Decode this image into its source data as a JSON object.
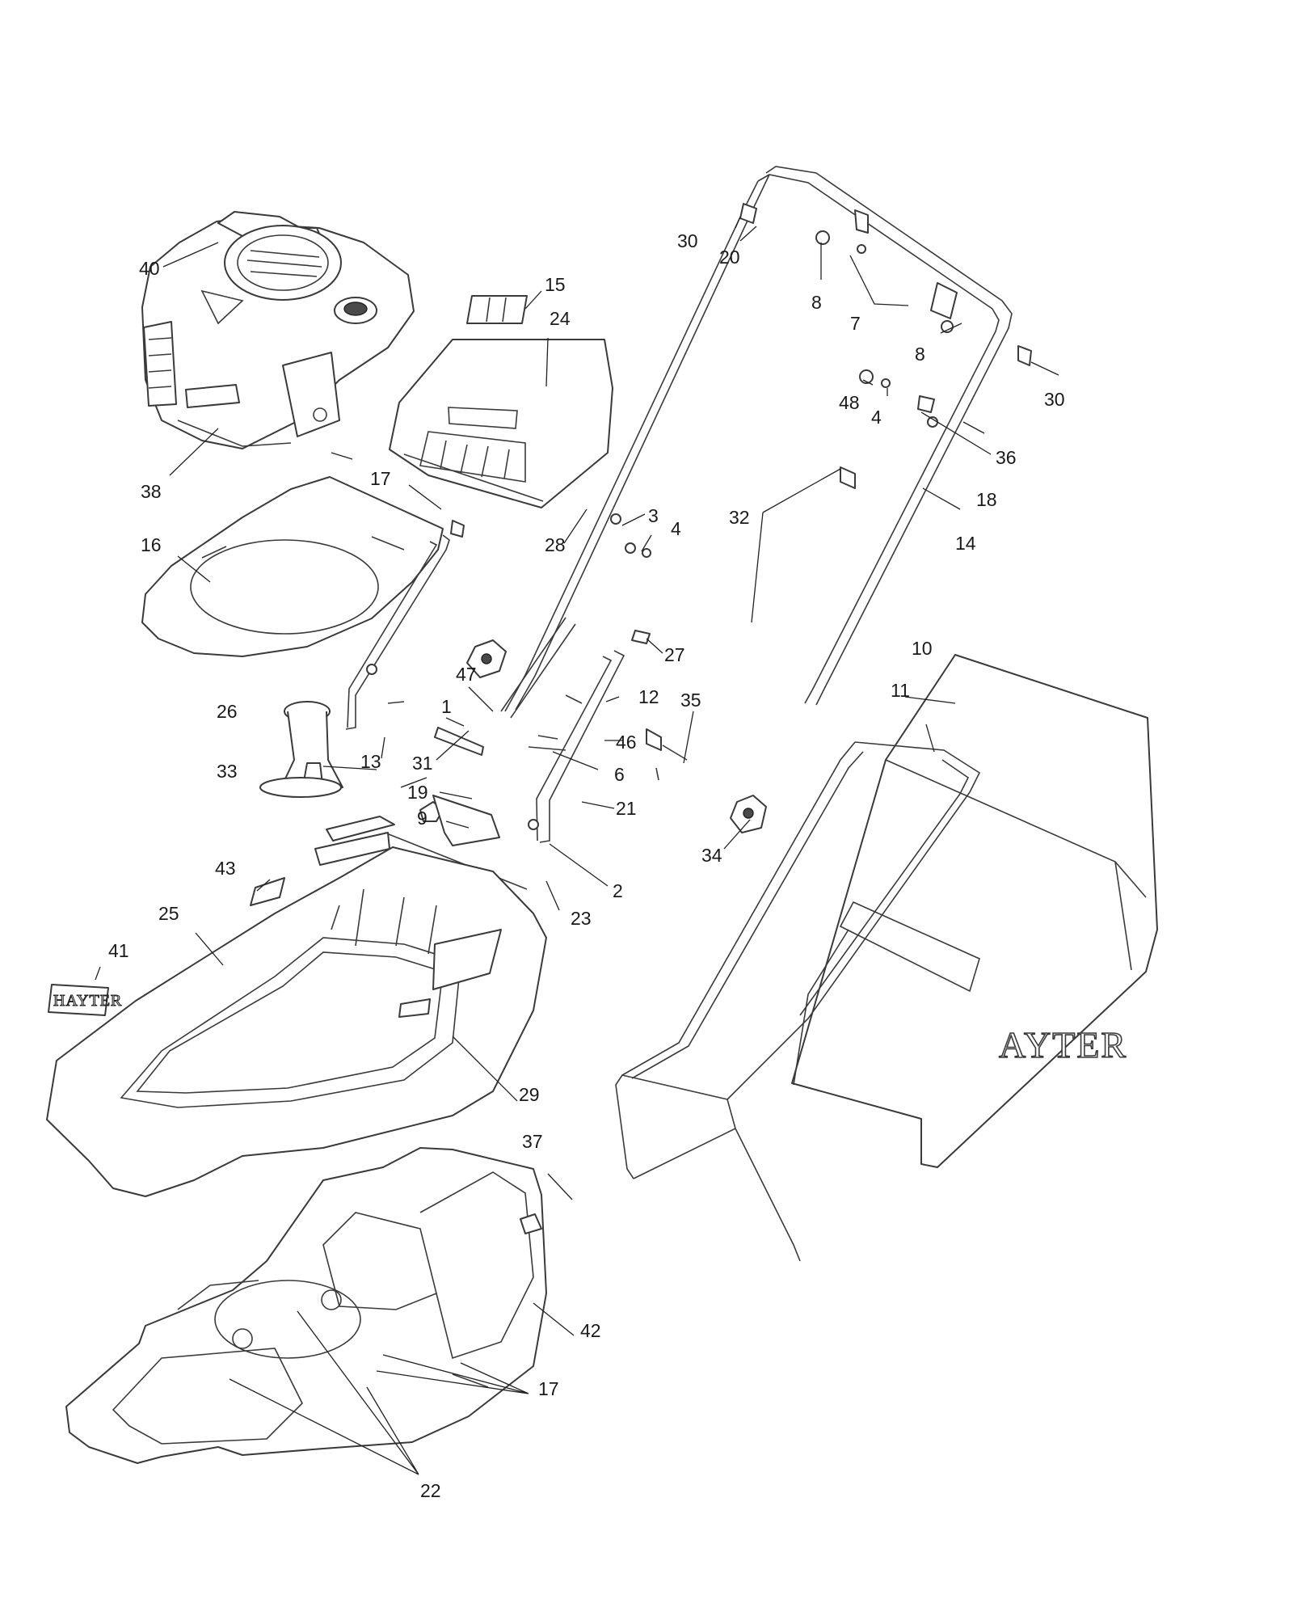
{
  "callouts": {
    "c40": "40",
    "c38": "38",
    "c17a": "17",
    "c16": "16",
    "c15": "15",
    "c24": "24",
    "c28": "28",
    "c3": "3",
    "c4a": "4",
    "c30a": "30",
    "c20": "20",
    "c8a": "8",
    "c7": "7",
    "c8b": "8",
    "c30b": "30",
    "c48": "48",
    "c4b": "4",
    "c36": "36",
    "c18": "18",
    "c32": "32",
    "c14": "14",
    "c27": "27",
    "c47": "47",
    "c12": "12",
    "c1": "1",
    "c35": "35",
    "c46": "46",
    "c26": "26",
    "c31": "31",
    "c6": "6",
    "c33": "33",
    "c13": "13",
    "c19": "19",
    "c21": "21",
    "c9": "9",
    "c34": "34",
    "c2": "2",
    "c43": "43",
    "c23": "23",
    "c25": "25",
    "c41": "41",
    "c29": "29",
    "c10": "10",
    "c11": "11",
    "c37": "37",
    "c42": "42",
    "c17b": "17",
    "c22": "22"
  },
  "labels": {
    "grass_box_brand": "AYTER",
    "badge_brand": "HAYTER"
  }
}
